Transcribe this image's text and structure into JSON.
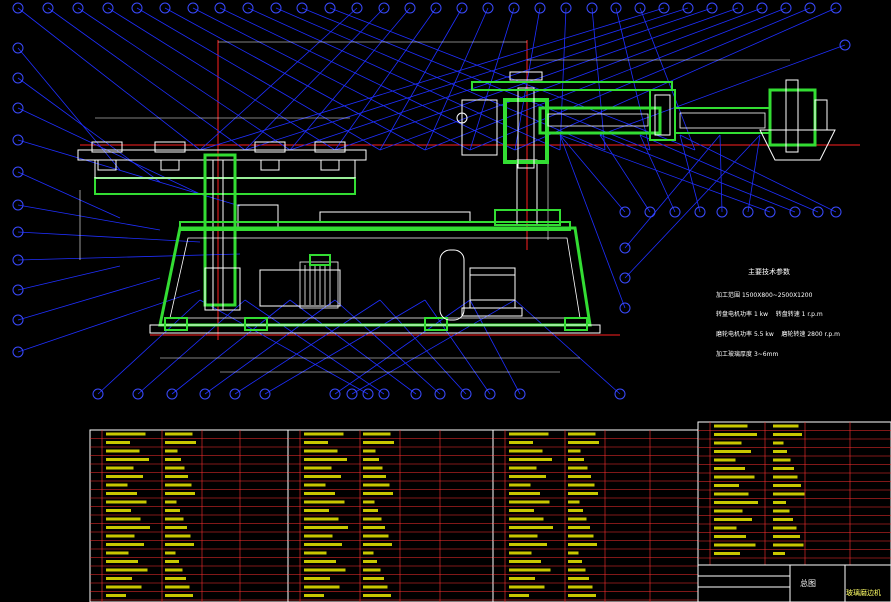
{
  "colors": {
    "background": "#000000",
    "outline": "#ffffff",
    "frame_green": "#33dd33",
    "leader_blue": "#1f2fff",
    "centerline_red": "#ff2020",
    "table_grid_red": "#ff3030",
    "table_text_yellow": "#e6e600"
  },
  "drawing": {
    "label_main": "主要技术参数",
    "params": [
      {
        "label": "加工范围",
        "value": "1500X800~2500X1200"
      },
      {
        "label": "转盘电机功率",
        "value": "1 kw",
        "label2": "转盘转速",
        "value2": "1 r.p.m"
      },
      {
        "label": "磨轮电机功率",
        "value": "5.5 kw",
        "label2": "磨轮转速",
        "value2": "2800 r.p.m"
      },
      {
        "label": "加工玻璃厚度",
        "value": "3~6mm"
      }
    ],
    "title_block": {
      "drawing_title": "玻璃磨边机",
      "signature": "总图"
    }
  }
}
